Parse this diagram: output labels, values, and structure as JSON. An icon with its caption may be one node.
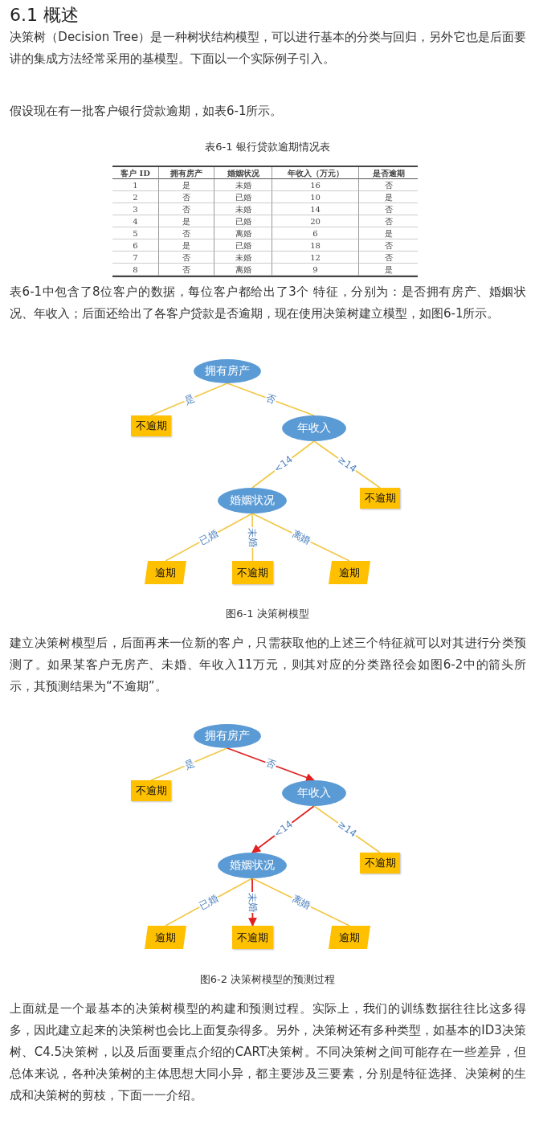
{
  "diagram": {
    "title": "6.1 概述",
    "nodes": [
      {
        "text": [
          "拥有房产"
        ]
      },
      {
        "text": [
          "不逾期"
        ]
      },
      {
        "text": [
          "年收入"
        ]
      },
      {
        "text": [
          "婚姻状况"
        ]
      },
      {
        "text": [
          "不逾期"
        ]
      },
      {
        "text": [
          "逾期"
        ]
      },
      {
        "text": [
          "不逾期"
        ]
      },
      {
        "text": [
          "逾期"
        ]
      },
      {
        "text": [
          "拥有房产"
        ]
      },
      {
        "text": [
          "不逾期"
        ]
      },
      {
        "text": [
          "年收入"
        ]
      },
      {
        "text": [
          "婚姻状况"
        ]
      },
      {
        "text": [
          "不逾期"
        ]
      },
      {
        "text": [
          "逾期"
        ]
      },
      {
        "text": [
          "不逾期"
        ]
      },
      {
        "text": [
          "逾期"
        ]
      }
    ],
    "edges": [
      {
        "from": 0,
        "to": 1,
        "arrow": "none",
        "label": "是"
      },
      {
        "from": 0,
        "to": 2,
        "arrow": "none",
        "label": "否"
      },
      {
        "from": 2,
        "to": 3,
        "arrow": "none",
        "label": "<14"
      },
      {
        "from": 2,
        "to": 4,
        "arrow": "none",
        "label": "≥14"
      },
      {
        "from": 3,
        "to": 5,
        "arrow": "none",
        "label": "已婚"
      },
      {
        "from": 3,
        "to": 6,
        "arrow": "none",
        "label": "未婚"
      },
      {
        "from": 3,
        "to": 7,
        "arrow": "none",
        "label": "离婚"
      },
      {
        "from": 8,
        "to": 9,
        "arrow": "none",
        "label": "是"
      },
      {
        "from": 8,
        "to": 10,
        "arrow": "to",
        "label": "否",
        "color": "#e02020"
      },
      {
        "from": 10,
        "to": 11,
        "arrow": "to",
        "label": "<14",
        "color": "#e02020"
      },
      {
        "from": 10,
        "to": 12,
        "arrow": "none",
        "label": "≥14"
      },
      {
        "from": 11,
        "to": 13,
        "arrow": "none",
        "label": "已婚"
      },
      {
        "from": 11,
        "to": 14,
        "arrow": "to",
        "label": "未婚",
        "color": "#e02020"
      },
      {
        "from": 11,
        "to": 15,
        "arrow": "none",
        "label": "离婚"
      }
    ],
    "labels": [
      "决策树（Decision Tree）是一种树状结构模型，可以进行基本的分类与回归，另外它也是后面要讲的集成方法经常采用的基模型。下面以一个实际例子引入。",
      "假设现在有一批客户银行贷款逾期，如表6-1所示。",
      "表6-1 银行贷款逾期情况表",
      "客户 ID",
      "拥有房产",
      "婚姻状况",
      "年收入（万元）",
      "是否逾期",
      "1",
      "是",
      "未婚",
      "16",
      "否",
      "2",
      "否",
      "已婚",
      "10",
      "是",
      "3",
      "否",
      "未婚",
      "14",
      "否",
      "4",
      "是",
      "已婚",
      "20",
      "否",
      "5",
      "否",
      "离婚",
      "6",
      "是",
      "6",
      "是",
      "已婚",
      "18",
      "否",
      "7",
      "否",
      "未婚",
      "12",
      "否",
      "8",
      "否",
      "离婚",
      "9",
      "是",
      "表6-1中包含了8位客户的数据，每位客户都给出了3个 特征，分别为：是否拥有房产、婚姻状况、年收入；后面还给出了各客户贷款是否逾期，现在使用决策树建立模型，如图6-1所示。",
      "图6-1 决策树模型",
      "建立决策树模型后，后面再来一位新的客户，只需获取他的上述三个特征就可以对其进行分类预测了。如果某客户无房产、未婚、年收入11万元，则其对应的分类路径会如图6-2中的箭头所示，其预测结果为“不逾期”。",
      "图6-2 决策树模型的预测过程",
      "上面就是一个最基本的决策树模型的构建和预测过程。实际上，我们的训练数据往往比这多得多，因此建立起来的决策树也会比上面复杂得多。另外，决策树还有多种类型，如基本的ID3决策树、C4.5决策树，以及后面要重点介绍的CART决策树。不同决策树之间可能存在一些差异，但总体来说，各种决策树的主体思想大同小异，都主要涉及三要素，分别是特征选择、决策树的生成和决策树的剪枝，下面一一介绍。"
    ]
  }
}
